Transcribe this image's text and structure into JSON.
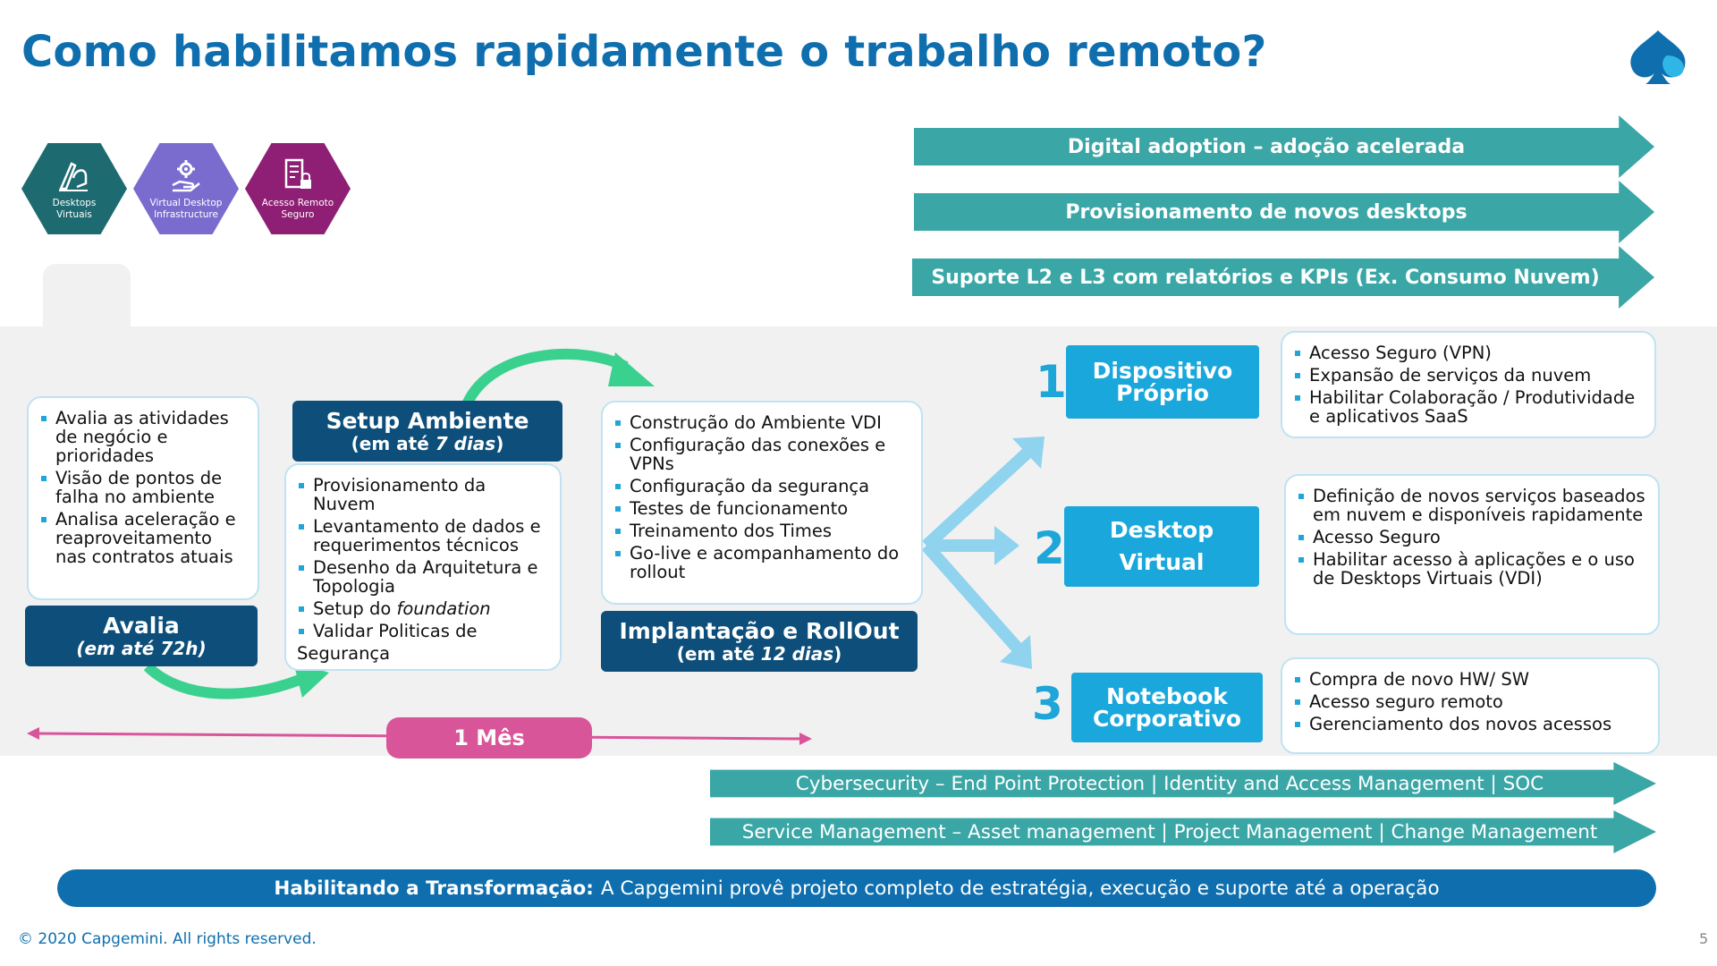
{
  "title": "Como habilitamos rapidamente o trabalho remoto?",
  "colors": {
    "title": "#0f6fae",
    "teal": "#3aa6a6",
    "dark_blue": "#0d4f7a",
    "light_blue": "#1aa7dc",
    "pink": "#d9559a",
    "green": "#3ad18f"
  },
  "hexagons": [
    {
      "label": "Desktops Virtuais",
      "color": "#1d6b70",
      "icon": "pen-touch-icon"
    },
    {
      "label": "Virtual Desktop Infrastructure",
      "color": "#7a6ccf",
      "icon": "gear-hand-icon"
    },
    {
      "label": "Acesso Remoto Seguro",
      "color": "#8e1f74",
      "icon": "document-lock-icon"
    }
  ],
  "top_arrows": [
    "Digital adoption – adoção acelerada",
    "Provisionamento de novos desktops",
    "Suporte L2 e L3 com relatórios e KPIs (Ex. Consumo Nuvem)"
  ],
  "avalia": {
    "items": [
      "Avalia as atividades de negócio e prioridades",
      "Visão de pontos de falha no ambiente",
      "Analisa aceleração e reaproveitamento nas contratos atuais"
    ],
    "title": "Avalia",
    "subtitle": "(em até 72h)"
  },
  "setup": {
    "title": "Setup Ambiente",
    "subtitle": "(em até 7 dias)",
    "items": [
      "Provisionamento da Nuvem",
      "Levantamento de dados e requerimentos técnicos",
      "Desenho da Arquitetura e Topologia",
      "Setup do foundation",
      "Validar Politicas de"
    ],
    "trailing_line": "Segurança"
  },
  "implantacao": {
    "items": [
      "Construção do Ambiente VDI",
      "Configuração das conexões e VPNs",
      "Configuração da segurança",
      "Testes de funcionamento",
      "Treinamento dos Times",
      "Go-live e acompanhamento do rollout"
    ],
    "title": "Implantação e RollOut",
    "subtitle": "(em até 12 dias)"
  },
  "options": [
    {
      "number": "1",
      "label": "Dispositivo Próprio",
      "items": [
        "Acesso Seguro (VPN)",
        "Expansão de serviços da nuvem",
        "Habilitar Colaboração / Produtividade e aplicativos SaaS"
      ]
    },
    {
      "number": "2",
      "label": "Desktop Virtual",
      "items": [
        "Definição de novos serviços baseados em nuvem e disponíveis rapidamente",
        "Acesso Seguro",
        "Habilitar acesso à aplicações e o uso de Desktops Virtuais (VDI)"
      ]
    },
    {
      "number": "3",
      "label": "Notebook Corporativo",
      "items": [
        "Compra de novo HW/ SW",
        "Acesso seguro remoto",
        "Gerenciamento dos novos acessos"
      ]
    }
  ],
  "timeline_label": "1 Mês",
  "bottom_arrows": [
    "Cybersecurity – End Point Protection | Identity and Access Management | SOC",
    "Service Management – Asset management | Project Management | Change Management"
  ],
  "bottom_bar": {
    "bold": "Habilitando a Transformação:",
    "text": "A Capgemini provê projeto completo de estratégia, execução e suporte até a operação"
  },
  "footer": {
    "copyright": "© 2020 Capgemini. All rights reserved.",
    "page": "5"
  }
}
